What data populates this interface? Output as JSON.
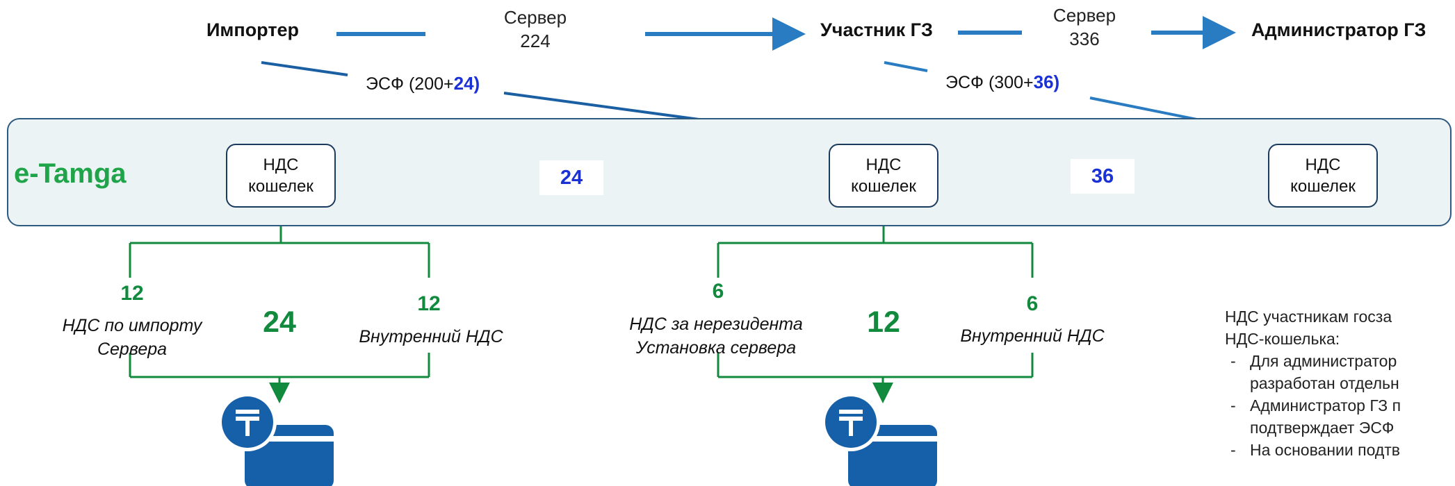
{
  "actors": {
    "importer": "Импортер",
    "participant": "Участник ГЗ",
    "admin": "Администратор ГЗ"
  },
  "servers": {
    "first": {
      "line1": "Сервер",
      "line2": "224"
    },
    "second": {
      "line1": "Сервер",
      "line2": "336"
    }
  },
  "esf": {
    "first": {
      "prefix": "ЭСФ (200+",
      "value": "24)"
    },
    "second": {
      "prefix": "ЭСФ (300+",
      "value": "36)"
    }
  },
  "brand": "e-Tamga",
  "wallets": {
    "left": {
      "line1": "НДС",
      "line2": "кошелек"
    },
    "middle": {
      "line1": "НДС",
      "line2": "кошелек"
    },
    "right": {
      "line1": "НДС",
      "line2": "кошелек"
    }
  },
  "transfers": {
    "left": "24",
    "right": "36"
  },
  "split_left": {
    "total": "24",
    "left_amount": "12",
    "left_label_1": "НДС по импорту",
    "left_label_2": "Сервера",
    "right_amount": "12",
    "right_label": "Внутренний НДС"
  },
  "split_right": {
    "total": "12",
    "left_amount": "6",
    "left_label_1": "НДС за нерезидента",
    "left_label_2": "Установка сервера",
    "right_amount": "6",
    "right_label": "Внутренний НДС"
  },
  "note": {
    "line1": "НДС участникам госза",
    "line2": "НДС-кошелька:",
    "items": [
      {
        "a": "Для администратор",
        "b": "разработан отдельн"
      },
      {
        "a": "Администратор ГЗ п",
        "b": "подтверждает ЭСФ"
      },
      {
        "a": "На основании подтв",
        "b": ""
      }
    ]
  },
  "colors": {
    "arrow": "#2a7cc2",
    "green": "#118a3e",
    "blue_value": "#1a31d6",
    "brand": "#1fa44a",
    "wallet_icon": "#1560a8"
  }
}
